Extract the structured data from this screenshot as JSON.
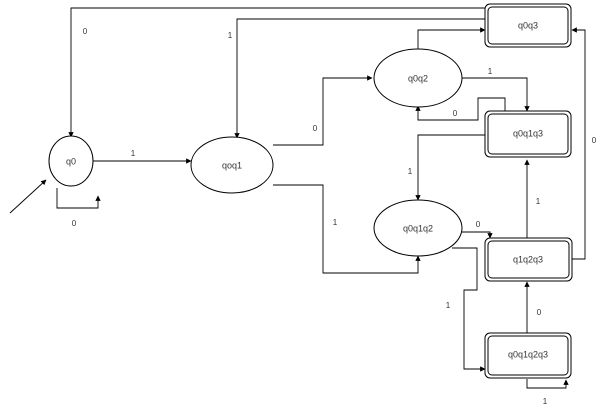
{
  "nodes": [
    {
      "id": "q0",
      "label": "q0",
      "shape": "ellipse",
      "accepting": false
    },
    {
      "id": "qoq1",
      "label": "qoq1",
      "shape": "ellipse",
      "accepting": false
    },
    {
      "id": "q0q2",
      "label": "q0q2",
      "shape": "ellipse",
      "accepting": false
    },
    {
      "id": "q0q1q2",
      "label": "q0q1q2",
      "shape": "ellipse",
      "accepting": false
    },
    {
      "id": "q0q3",
      "label": "q0q3",
      "shape": "rect",
      "accepting": true
    },
    {
      "id": "q0q1q3",
      "label": "q0q1q3",
      "shape": "rect",
      "accepting": true
    },
    {
      "id": "q1q2q3",
      "label": "q1q2q3",
      "shape": "rect",
      "accepting": true
    },
    {
      "id": "q0q1q2q3",
      "label": "q0q1q2q3",
      "shape": "rect",
      "accepting": true
    }
  ],
  "edges": [
    {
      "id": "start",
      "from": "",
      "to": "q0",
      "label": ""
    },
    {
      "id": "q0-self",
      "from": "q0",
      "to": "q0",
      "label": "0"
    },
    {
      "id": "q0-qoq1",
      "from": "q0",
      "to": "qoq1",
      "label": "1"
    },
    {
      "id": "qoq1-q0q2",
      "from": "qoq1",
      "to": "q0q2",
      "label": "0"
    },
    {
      "id": "qoq1-q0q1q2",
      "from": "qoq1",
      "to": "q0q1q2",
      "label": "1"
    },
    {
      "id": "q0q2-q0q3",
      "from": "q0q2",
      "to": "q0q3",
      "label": ""
    },
    {
      "id": "q0q2-q0q1q3",
      "from": "q0q2",
      "to": "q0q1q3",
      "label": "1"
    },
    {
      "id": "q0q1q3-q0q2",
      "from": "q0q1q3",
      "to": "q0q2",
      "label": "0"
    },
    {
      "id": "q0q1q3-q0q1q2",
      "from": "q0q1q3",
      "to": "q0q1q2",
      "label": "1"
    },
    {
      "id": "q0q1q2-q1q2q3",
      "from": "q0q1q2",
      "to": "q1q2q3",
      "label": "0"
    },
    {
      "id": "q0q1q2-q0q1q2q3",
      "from": "q0q1q2",
      "to": "q0q1q2q3",
      "label": "1"
    },
    {
      "id": "q1q2q3-q0q1q3",
      "from": "q1q2q3",
      "to": "q0q1q3",
      "label": "1"
    },
    {
      "id": "q1q2q3-q0q3",
      "from": "q1q2q3",
      "to": "q0q3",
      "label": "0"
    },
    {
      "id": "q0q1q2q3-q1q2q3",
      "from": "q0q1q2q3",
      "to": "q1q2q3",
      "label": "0"
    },
    {
      "id": "q0q1q2q3-self",
      "from": "q0q1q2q3",
      "to": "q0q1q2q3",
      "label": "1"
    },
    {
      "id": "q0q3-q0",
      "from": "q0q3",
      "to": "q0",
      "label": "0"
    },
    {
      "id": "q0q3-qoq1",
      "from": "q0q3",
      "to": "qoq1",
      "label": "1"
    }
  ]
}
